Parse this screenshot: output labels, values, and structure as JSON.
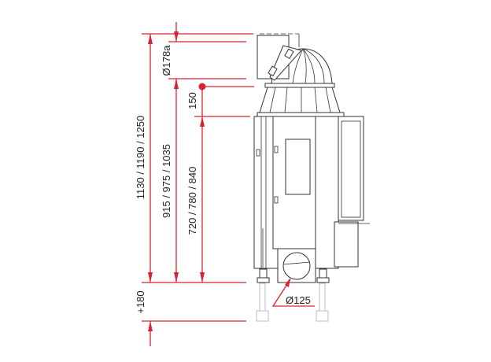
{
  "diagram": {
    "dimensions": {
      "total_height": "1130 / 1190 / 1250",
      "flue_height": "915 / 975 / 1035",
      "outlet_height": "720 / 780 / 840",
      "flue_diameter": "Ø178a",
      "offset": "150",
      "leg_extension": "+180",
      "air_inlet_diameter": "Ø125"
    },
    "colors": {
      "dimension": "#d9232e",
      "drawing": "#333333"
    }
  }
}
